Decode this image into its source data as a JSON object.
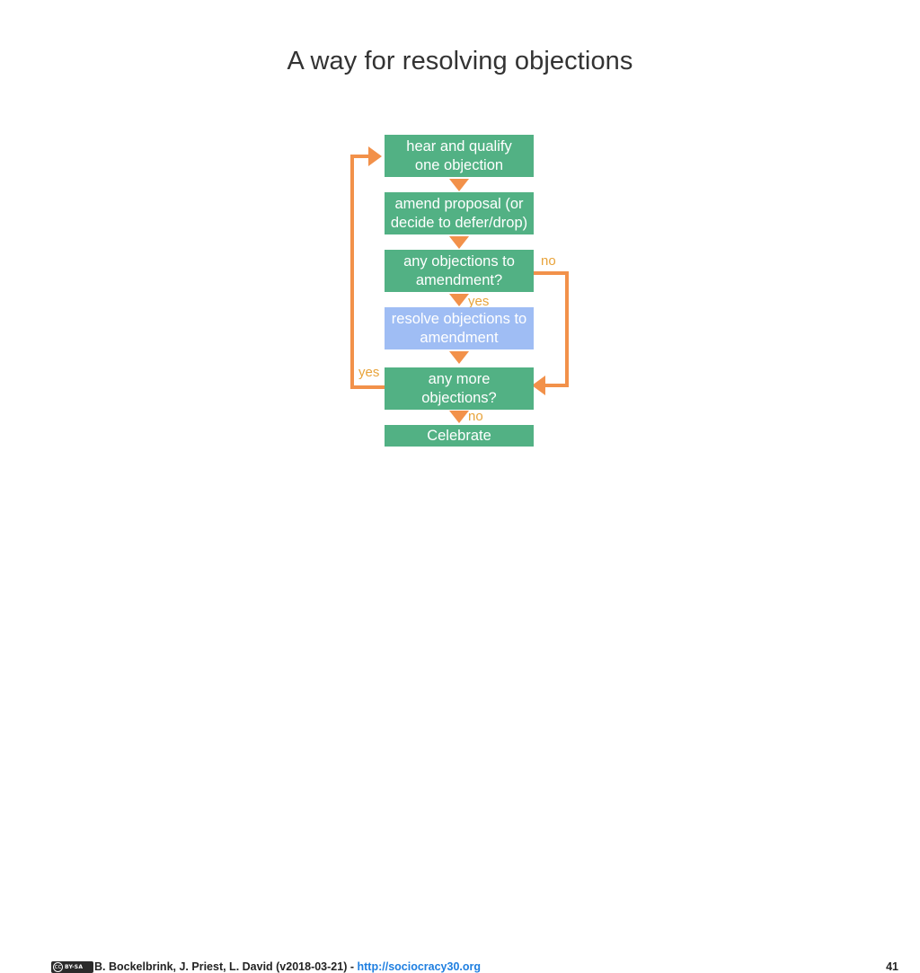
{
  "slide": {
    "title": "A way for resolving objections",
    "page_number": "41",
    "background_color": "#ffffff"
  },
  "colors": {
    "node_green": "#52b184",
    "node_blue": "#9fbdf4",
    "connector_orange": "#f2914a",
    "edge_label_orange": "#e8a33a",
    "title_text": "#333333",
    "link_blue": "#1f7fe0"
  },
  "flowchart": {
    "type": "flowchart",
    "nodes": [
      {
        "id": "hear",
        "lines": [
          "hear and qualify",
          "one objection"
        ],
        "color": "green",
        "shape": "rectangle"
      },
      {
        "id": "amend",
        "lines": [
          "amend proposal (or",
          "decide to defer/drop)"
        ],
        "color": "green",
        "shape": "rectangle"
      },
      {
        "id": "any-objections",
        "lines": [
          "any objections to",
          "amendment?"
        ],
        "color": "green",
        "shape": "rectangle"
      },
      {
        "id": "resolve",
        "lines": [
          "resolve objections to",
          "amendment"
        ],
        "color": "blue",
        "shape": "rectangle"
      },
      {
        "id": "any-more",
        "lines": [
          "any more",
          "objections?"
        ],
        "color": "green",
        "shape": "rectangle"
      },
      {
        "id": "celebrate",
        "lines": [
          "Celebrate"
        ],
        "color": "green",
        "shape": "rectangle"
      }
    ],
    "edges": [
      {
        "from": "hear",
        "to": "amend",
        "label": ""
      },
      {
        "from": "amend",
        "to": "any-objections",
        "label": ""
      },
      {
        "from": "any-objections",
        "to": "resolve",
        "label": "yes"
      },
      {
        "from": "any-objections",
        "to": "any-more",
        "label": "no"
      },
      {
        "from": "resolve",
        "to": "any-more",
        "label": ""
      },
      {
        "from": "any-more",
        "to": "hear",
        "label": "yes"
      },
      {
        "from": "any-more",
        "to": "celebrate",
        "label": "no"
      }
    ],
    "edge_labels": {
      "no_right": "no",
      "yes_down": "yes",
      "yes_left": "yes",
      "no_bottom": "no"
    }
  },
  "footer": {
    "license_badge": {
      "mark": "cc",
      "text": "BY-SA"
    },
    "credit": "B. Bockelbrink, J. Priest, L. David (v2018-03-21) - ",
    "link_text": "http://sociocracy30.org"
  }
}
